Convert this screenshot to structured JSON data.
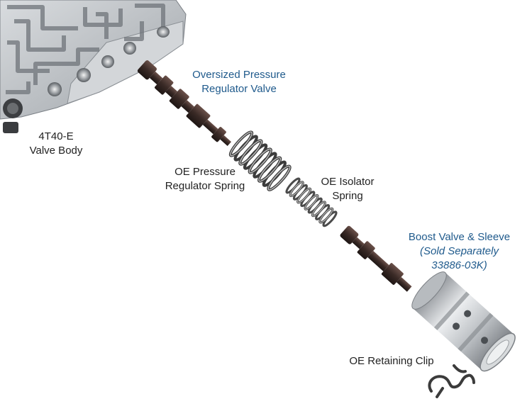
{
  "labels": {
    "valve_body": [
      "4T40-E",
      "Valve Body"
    ],
    "pressure_regulator_valve": [
      "Oversized Pressure",
      "Regulator Valve"
    ],
    "pressure_regulator_spring": [
      "OE Pressure",
      "Regulator Spring"
    ],
    "isolator_spring": [
      "OE Isolator",
      "Spring"
    ],
    "boost_valve": [
      "Boost Valve & Sleeve"
    ],
    "boost_valve_note": [
      "(Sold Separately",
      "33886-03K)"
    ],
    "retaining_clip": [
      "OE Retaining Clip"
    ]
  },
  "colors": {
    "accent_label": "#1f5a8c",
    "body_label": "#222222",
    "valve_metal_dark": "#3a2a26",
    "casting": "#bfc3c7",
    "sleeve": "#c9ccd0"
  }
}
